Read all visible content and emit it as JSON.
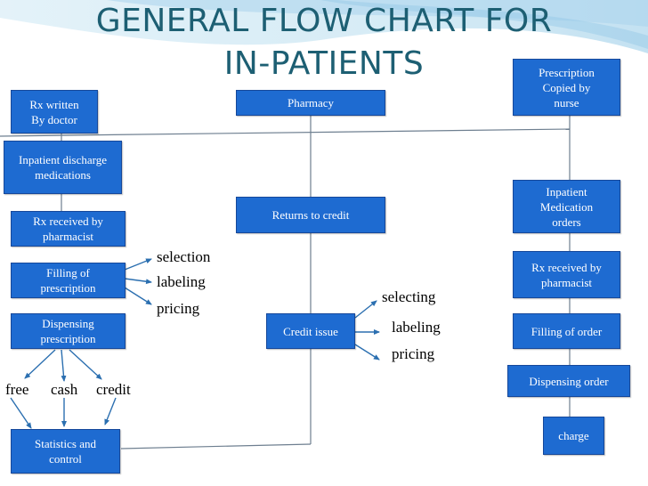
{
  "title": {
    "line1": "GENERAL FLOW CHART FOR",
    "line2": "IN-PATIENTS"
  },
  "colors": {
    "title": "#1d5f73",
    "box_fill": "#1e6bd1",
    "box_border": "#16489a",
    "box_text": "#ffffff",
    "connector": "#6e7f90",
    "arrow": "#2b6fb0"
  },
  "left_column": {
    "rx_written": "Rx  written\nBy doctor",
    "discharge": "Inpatient discharge\nmedications",
    "rx_received": "Rx  received by\npharmacist",
    "filling": "Filling of\nprescription",
    "dispensing": "Dispensing\nprescription",
    "statistics": "Statistics and\ncontrol"
  },
  "left_steps": {
    "selection": "selection",
    "labeling": "labeling",
    "pricing": "pricing"
  },
  "payment": {
    "free": "free",
    "cash": "cash",
    "credit": "credit"
  },
  "middle_column": {
    "pharmacy": "Pharmacy",
    "returns": "Returns to credit",
    "credit_issue": "Credit issue"
  },
  "middle_steps": {
    "selecting": "selecting",
    "labeling": "labeling",
    "pricing": "pricing"
  },
  "right_column": {
    "copied": "Prescription\nCopied by\nnurse",
    "med_orders": "Inpatient\nMedication\norders",
    "rx_received": "Rx received by\npharmacist",
    "filling_order": "Filling of order",
    "dispensing_order": "Dispensing order",
    "charge": "charge"
  }
}
